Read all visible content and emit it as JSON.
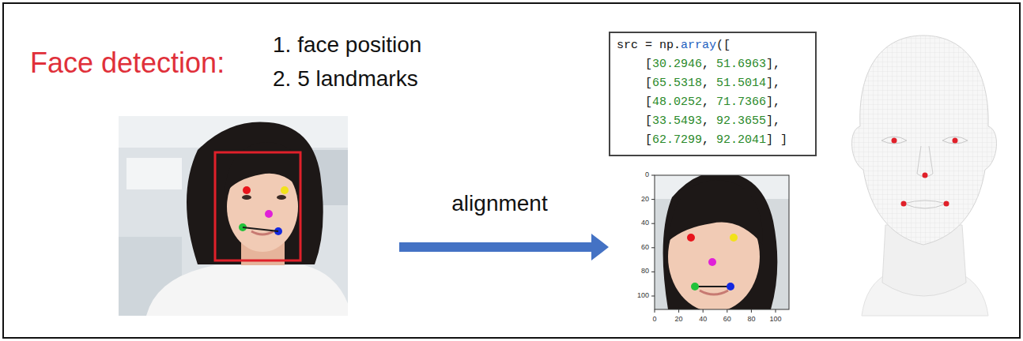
{
  "diagram": {
    "nodes": [
      {
        "text": [
          "src = np.array([",
          "[30.2946, 51.6963],",
          "[65.5318, 51.5014],",
          "[48.0252, 71.7366],",
          "[33.5493, 92.3655],",
          "[62.7299, 92.2041] ]"
        ]
      }
    ],
    "labels": [
      "Face detection:",
      "1. face position",
      "2. 5 landmarks",
      "alignment",
      "0",
      "20",
      "40",
      "60",
      "80",
      "100",
      "0",
      "20",
      "40",
      "60",
      "80",
      "100"
    ]
  }
}
